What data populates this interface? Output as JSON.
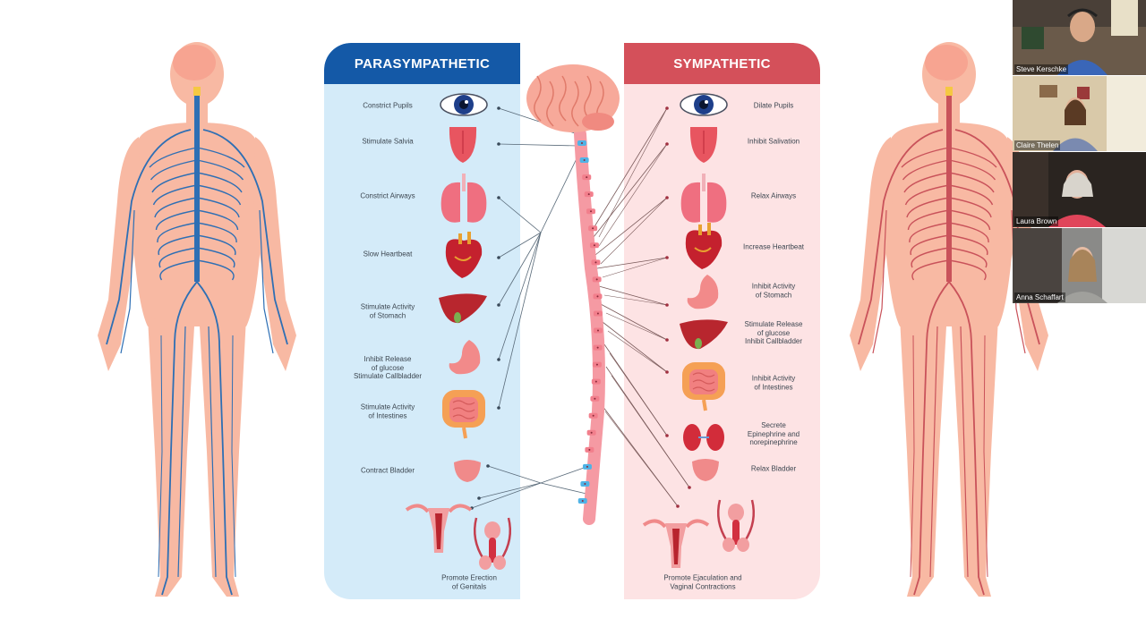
{
  "diagram": {
    "parasympathetic": {
      "title": "PARASYMPATHETIC",
      "color": "#1459a7",
      "items": [
        {
          "label": "Constrict Pupils",
          "icon": "eye-icon"
        },
        {
          "label": "Stimulate Salvia",
          "icon": "tongue-icon"
        },
        {
          "label": "Constrict Airways",
          "icon": "lungs-icon"
        },
        {
          "label": "Slow Heartbeat",
          "icon": "heart-icon"
        },
        {
          "label": "Stimulate Activity\nof Stomach",
          "icon": "liver-icon"
        },
        {
          "label": "Inhibit Release\nof glucose\nStimulate Callbladder",
          "icon": "stomach-icon"
        },
        {
          "label": "Stimulate Activity\nof Intestines",
          "icon": "intestines-icon"
        },
        {
          "label": "Contract Bladder",
          "icon": "bladder-icon"
        },
        {
          "label": "Promote Erection\nof Genitals",
          "icon": "genitals-icon"
        }
      ]
    },
    "sympathetic": {
      "title": "SYMPATHETIC",
      "color": "#d4505a",
      "items": [
        {
          "label": "Dilate Pupils",
          "icon": "eye-icon"
        },
        {
          "label": "Inhibit Salivation",
          "icon": "tongue-icon"
        },
        {
          "label": "Relax Airways",
          "icon": "lungs-icon"
        },
        {
          "label": "Increase Heartbeat",
          "icon": "heart-icon"
        },
        {
          "label": "Inhibit Activity\nof Stomach",
          "icon": "stomach-icon"
        },
        {
          "label": "Stimulate Release\nof glucose\nInhibit Callbladder",
          "icon": "liver-icon"
        },
        {
          "label": "Inhibit Activity\nof Intestines",
          "icon": "intestines-icon"
        },
        {
          "label": "Secrete\nEpinephrine and\nnorepinephrine",
          "icon": "kidneys-icon"
        },
        {
          "label": "Relax Bladder",
          "icon": "bladder-icon"
        },
        {
          "label": "Promote Ejaculation and\nVaginal Contractions",
          "icon": "genitals-icon"
        }
      ]
    },
    "colors": {
      "skin": "#f8b9a3",
      "nerve_blue": "#2e6fb4",
      "nerve_red": "#c9525a",
      "spine": "#f59aa3",
      "spine_blue": "#4fb3e6",
      "brain": "#f7a99a"
    }
  },
  "participants": [
    {
      "name": "Steve Kerschke"
    },
    {
      "name": "Claire Thelen"
    },
    {
      "name": "Laura Brown"
    },
    {
      "name": "Anna Schaffart"
    }
  ]
}
